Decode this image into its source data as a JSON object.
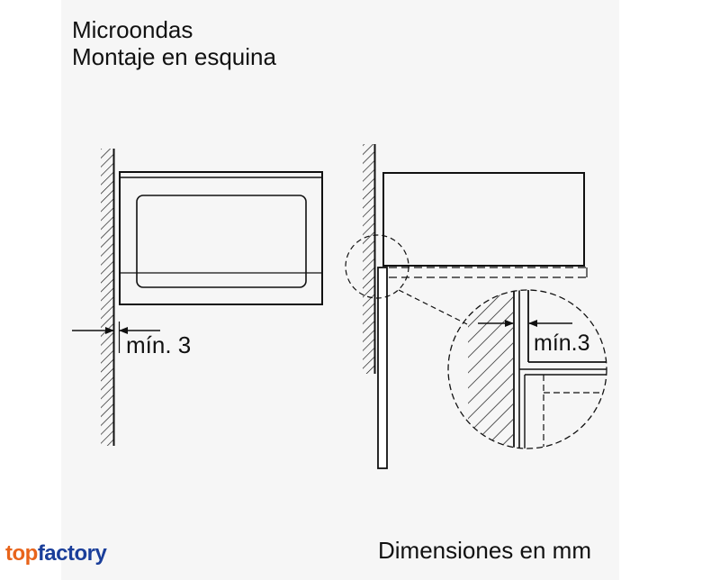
{
  "title": {
    "line1": "Microondas",
    "line2": "Montaje en esquina"
  },
  "left_diagram": {
    "dimension_label": "mín. 3"
  },
  "right_diagram": {
    "detail_dimension_label": "mín.3"
  },
  "footer": {
    "units_label": "Dimensiones en mm"
  },
  "logo": {
    "part1": "top",
    "part2": "factory",
    "colors": {
      "part1": "#e8641b",
      "part2": "#1a3e9a"
    }
  }
}
